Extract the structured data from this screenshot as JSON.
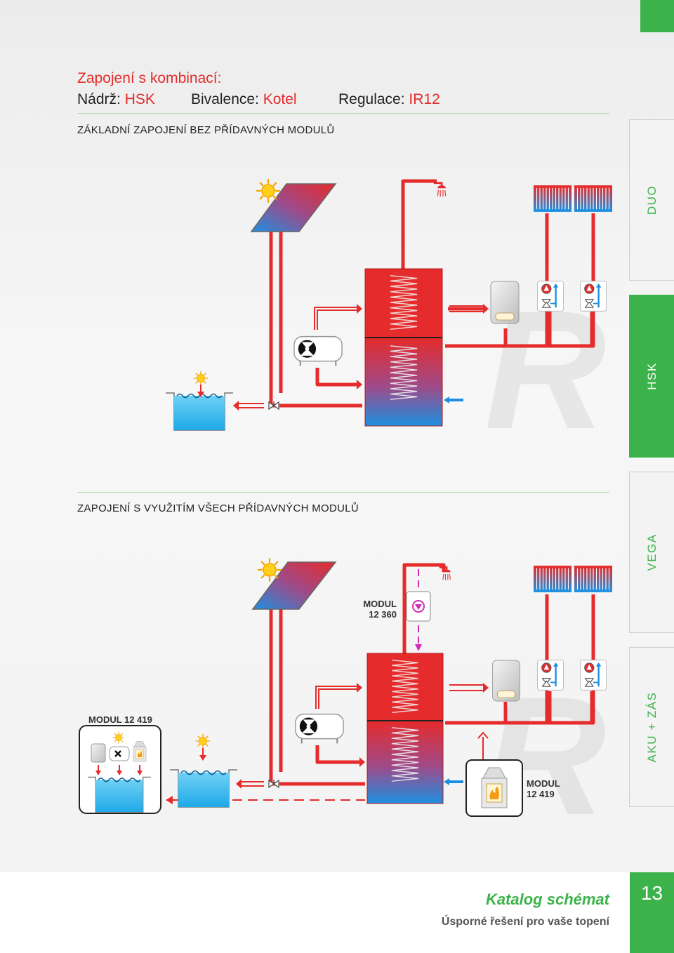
{
  "header": {
    "title": "Zapojení s kombinací:",
    "tank_label": "Nádrž:",
    "tank_value": "HSK",
    "bivalence_label": "Bivalence:",
    "bivalence_value": "Kotel",
    "regulation_label": "Regulace:",
    "regulation_value": "IR12"
  },
  "sections": {
    "basic": "ZÁKLADNÍ ZAPOJENÍ BEZ PŘÍDAVNÝCH MODULŮ",
    "full": "ZAPOJENÍ S VYUŽITÍM VŠECH PŘÍDAVNÝCH MODULŮ"
  },
  "side_tabs": [
    {
      "label": "DUO",
      "active": false
    },
    {
      "label": "HSK",
      "active": true
    },
    {
      "label": "VEGA",
      "active": false
    },
    {
      "label": "AKU + ZÁS",
      "active": false
    }
  ],
  "modules": {
    "dhw_circulation": {
      "line1": "MODUL",
      "line2": "12 360"
    },
    "pool": "MODUL 12 419",
    "fireplace": {
      "line1": "MODUL",
      "line2": "12 419"
    }
  },
  "footer": {
    "catalog": "Katalog schémat",
    "slogan": "Úsporné řešení pro vaše topení",
    "page_number": "13"
  },
  "colors": {
    "accent_green": "#3cb34a",
    "pipe_red": "#e52b2b",
    "cold_blue": "#1d8fe0",
    "title_red": "#e52b2b"
  }
}
